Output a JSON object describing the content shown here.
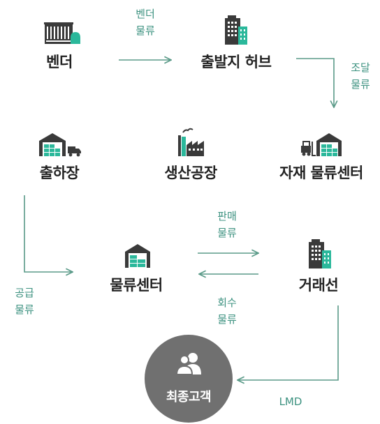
{
  "nodes": {
    "vendor": "벤더",
    "departure_hub": "출발지 허브",
    "shipping_site": "출하장",
    "production_plant": "생산공장",
    "material_center": "자재 물류센터",
    "logistics_center": "물류센터",
    "client": "거래선",
    "final_customer": "최종고객"
  },
  "edges": {
    "vendor_logistics": [
      "벤더",
      "물류"
    ],
    "procurement_logistics": [
      "조달",
      "물류"
    ],
    "sales_logistics": [
      "판매",
      "물류"
    ],
    "return_logistics": [
      "회수",
      "물류"
    ],
    "supply_logistics": [
      "공급",
      "물류"
    ],
    "lmd": "LMD"
  },
  "colors": {
    "arrow": "#5a9a88",
    "edge_text": "#3d9280",
    "icon_dark": "#3a3a3a",
    "icon_accent": "#2bb89b",
    "customer_circle": "#707070"
  }
}
